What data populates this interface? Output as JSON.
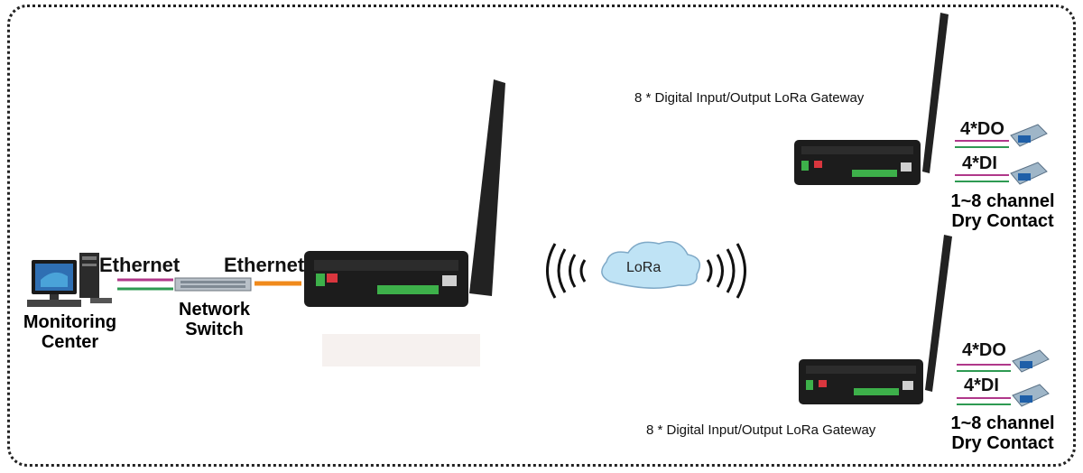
{
  "monitoring": {
    "line1": "Monitoring",
    "line2": "Center"
  },
  "ethernet_left": "Ethernet",
  "switch": {
    "line1": "Network",
    "line2": "Switch"
  },
  "ethernet_right": "Ethernet",
  "lora_label": "LoRa",
  "gateway_top": {
    "caption": "8 * Digital Input/Output LoRa Gateway",
    "do_label": "4*DO",
    "di_label": "4*DI",
    "contact_line1": "1~8 channel",
    "contact_line2": "Dry Contact"
  },
  "gateway_bottom": {
    "caption": "8 * Digital Input/Output LoRa Gateway",
    "do_label": "4*DO",
    "di_label": "4*DI",
    "contact_line1": "1~8 channel",
    "contact_line2": "Dry Contact"
  },
  "colors": {
    "cable_magenta": "#b0388a",
    "cable_green": "#2e9a52",
    "cable_orange": "#f08a1c",
    "cloud": "#bfe3f5",
    "device": "#1c1c1c"
  }
}
